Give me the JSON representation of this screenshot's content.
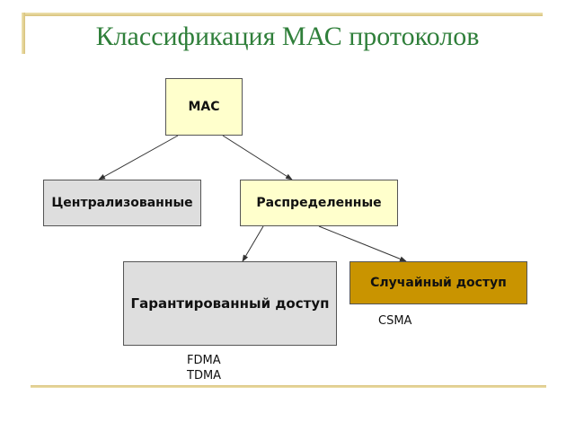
{
  "title": "Классификация МАС протоколов",
  "nodes": {
    "mac": "МАС",
    "centralized": "Централизованные",
    "distributed": "Распределенные",
    "guaranteed": "Гарантированный доступ",
    "random": "Случайный доступ"
  },
  "labels": {
    "random_methods": "CSMA",
    "guaranteed_methods_1": "FDMA",
    "guaranteed_methods_2": "TDMA"
  },
  "colors": {
    "title": "#2f7f3a",
    "node_yellow": "#ffffcc",
    "node_gray": "#dedede",
    "node_gold": "#c99400",
    "frame": "#d7c27a"
  }
}
